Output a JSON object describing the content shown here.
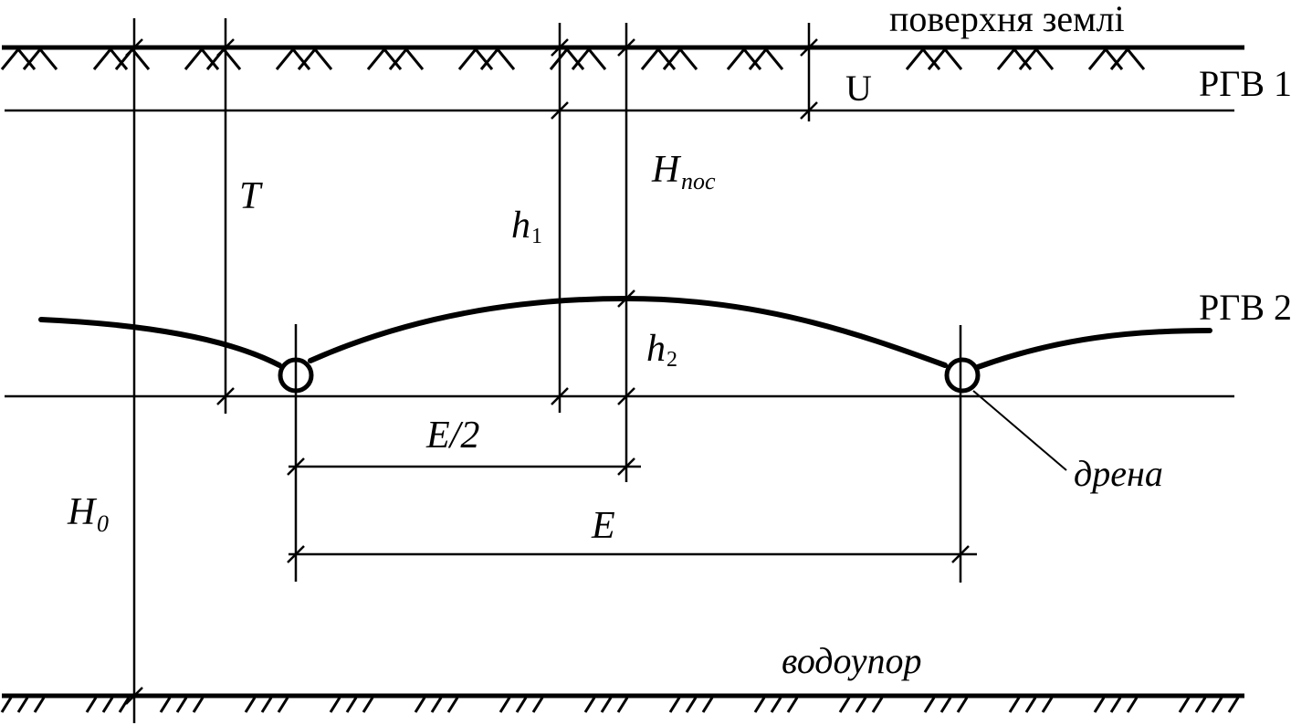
{
  "diagram": {
    "labels": {
      "ground_surface": "поверхня землі",
      "rgv1": "РГВ 1",
      "rgv2": "РГВ 2",
      "aquitard": "водоупор",
      "drain": "дрена",
      "u": "U",
      "t": "T",
      "h_pos_main": "H",
      "h_pos_sub": "пос",
      "h1_main": "h",
      "h1_sub": "1",
      "h2_main": "h",
      "h2_sub": "2",
      "half_spacing": "E/2",
      "spacing": "E",
      "h0_main": "H",
      "h0_sub": "0"
    },
    "colors": {
      "line": "#000000",
      "background": "#ffffff"
    }
  }
}
